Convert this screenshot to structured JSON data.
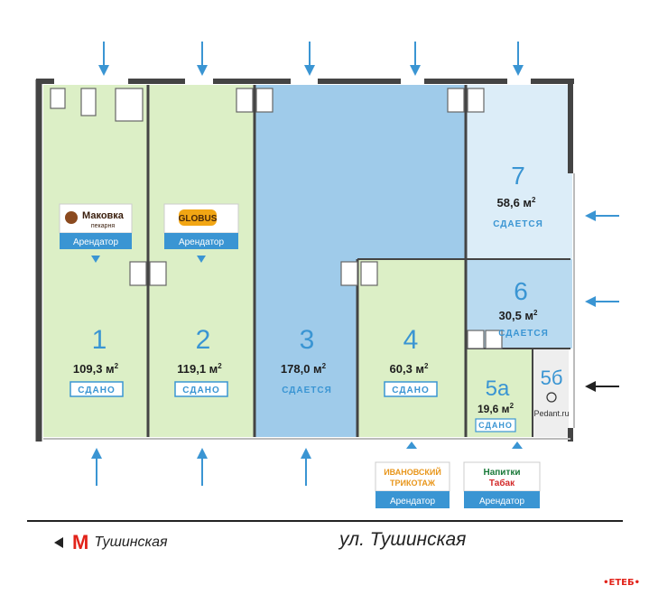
{
  "units": [
    {
      "number": "1",
      "area": "109,3 м",
      "sup": "2",
      "status": "СДАНО",
      "status_type": "leased",
      "fill": "#dcefc6"
    },
    {
      "number": "2",
      "area": "119,1 м",
      "sup": "2",
      "status": "СДАНО",
      "status_type": "leased",
      "fill": "#dcefc6"
    },
    {
      "number": "3",
      "area": "178,0 м",
      "sup": "2",
      "status": "СДАЕТСЯ",
      "status_type": "available",
      "fill": "#9fcbea"
    },
    {
      "number": "4",
      "area": "60,3 м",
      "sup": "2",
      "status": "СДАНО",
      "status_type": "leased",
      "fill": "#dcefc6"
    },
    {
      "number": "5а",
      "area": "19,6 м",
      "sup": "2",
      "status": "СДАНО",
      "status_type": "leased",
      "fill": "#dcefc6"
    },
    {
      "number": "5б",
      "area": "",
      "sup": "",
      "status": "",
      "status_type": "other",
      "fill": "#eeeeee"
    },
    {
      "number": "6",
      "area": "30,5 м",
      "sup": "2",
      "status": "СДАЕТСЯ",
      "status_type": "available",
      "fill": "#b9daf0"
    },
    {
      "number": "7",
      "area": "58,6 м",
      "sup": "2",
      "status": "СДАЕТСЯ",
      "status_type": "available",
      "fill": "#dcedf8"
    }
  ],
  "tenants": {
    "makovka": {
      "name": "Маковка",
      "sub": "пекарня",
      "role": "Арендатор"
    },
    "gloria": {
      "name": "GLOBUS",
      "role": "Арендатор"
    },
    "ivanovo": {
      "line1": "ИВАНОВСКИЙ",
      "line2": "ТРИКОТАЖ",
      "role": "Арендатор"
    },
    "drinks": {
      "line1": "Напитки",
      "line2": "Табак",
      "role": "Арендатор"
    },
    "pedant": {
      "name": "Pedant.ru"
    }
  },
  "street": {
    "name": "ул. Тушинская"
  },
  "metro": {
    "symbol": "М",
    "station": "Тушинская"
  },
  "watermark": "•ЕТЕБ•",
  "colors": {
    "leased": "#dcefc6",
    "available_dark": "#9fcbea",
    "available_mid": "#b9daf0",
    "available_light": "#dcedf8",
    "wall": "#444444",
    "arrow": "#3a95d3",
    "text_blue": "#3a95d3",
    "text_dark": "#1e1e1e",
    "metro_red": "#e2231a"
  },
  "icons": [
    "entrance-arrow-icon",
    "toilet-icon",
    "metro-logo-icon",
    "left-arrow-icon"
  ]
}
